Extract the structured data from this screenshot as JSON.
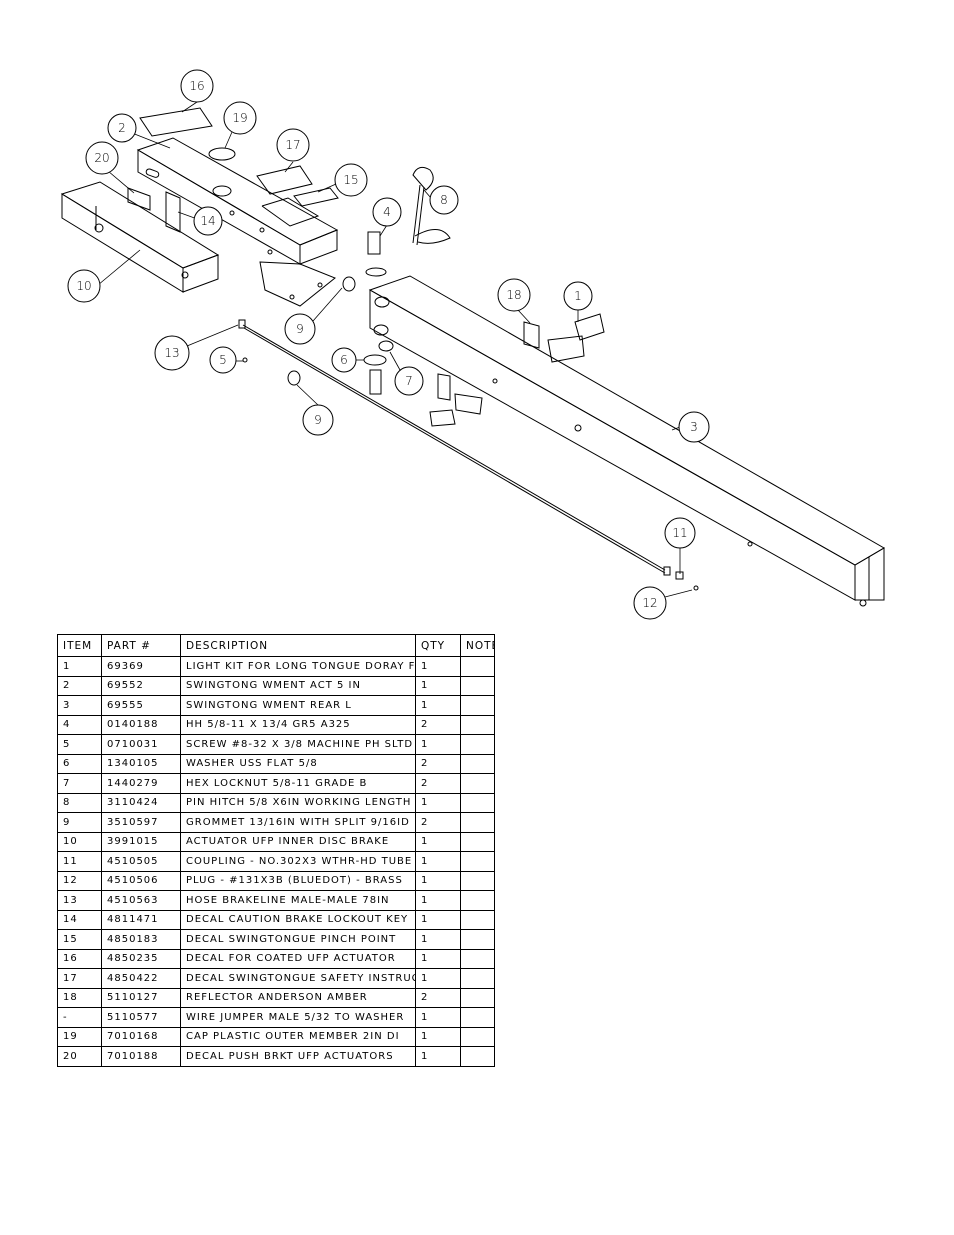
{
  "callouts": [
    "16",
    "19",
    "2",
    "17",
    "20",
    "15",
    "14",
    "8",
    "4",
    "10",
    "18",
    "1",
    "9",
    "13",
    "5",
    "6",
    "7",
    "3",
    "11",
    "12"
  ],
  "table": {
    "headers": [
      "ITEM",
      "PART #",
      "DESCRIPTION",
      "QTY",
      "NOTE"
    ],
    "rows": [
      [
        "1",
        "69369",
        "LIGHT KIT FOR LONG TONGUE DORAY FG",
        "1",
        ""
      ],
      [
        "2",
        "69552",
        "SWINGTONG WMENT ACT 5 IN",
        "1",
        ""
      ],
      [
        "3",
        "69555",
        "SWINGTONG WMENT REAR L",
        "1",
        ""
      ],
      [
        "4",
        "0140188",
        "HH 5/8-11 X 13/4  GR5 A325",
        "2",
        ""
      ],
      [
        "5",
        "0710031",
        "SCREW #8-32 X 3/8 MACHINE PH SLTD",
        "1",
        ""
      ],
      [
        "6",
        "1340105",
        "WASHER USS FLAT 5/8",
        "2",
        ""
      ],
      [
        "7",
        "1440279",
        "HEX LOCKNUT 5/8-11 GRADE B",
        "2",
        ""
      ],
      [
        "8",
        "3110424",
        "PIN HITCH 5/8 X6IN WORKING LENGTH",
        "1",
        ""
      ],
      [
        "9",
        "3510597",
        "GROMMET 13/16IN  WITH SPLIT 9/16ID",
        "2",
        ""
      ],
      [
        "10",
        "3991015",
        "ACTUATOR UFP INNER  DISC BRAKE",
        "1",
        ""
      ],
      [
        "11",
        "4510505",
        "COUPLING - NO.302X3 WTHR-HD TUBE",
        "1",
        ""
      ],
      [
        "12",
        "4510506",
        "PLUG - #131X3B (BLUEDOT) - BRASS",
        "1",
        ""
      ],
      [
        "13",
        "4510563",
        "HOSE BRAKELINE MALE-MALE 78IN",
        "1",
        ""
      ],
      [
        "14",
        "4811471",
        "DECAL CAUTION BRAKE LOCKOUT KEY",
        "1",
        ""
      ],
      [
        "15",
        "4850183",
        "DECAL SWINGTONGUE PINCH POINT",
        "1",
        ""
      ],
      [
        "16",
        "4850235",
        "DECAL FOR COATED UFP ACTUATOR",
        "1",
        ""
      ],
      [
        "17",
        "4850422",
        "DECAL SWINGTONGUE SAFETY INSTRUCT",
        "1",
        ""
      ],
      [
        "18",
        "5110127",
        "REFLECTOR ANDERSON AMBER",
        "2",
        ""
      ],
      [
        "-",
        "5110577",
        "WIRE JUMPER MALE 5/32 TO WASHER",
        "1",
        ""
      ],
      [
        "19",
        "7010168",
        "CAP  PLASTIC OUTER MEMBER 2IN DI",
        "1",
        ""
      ],
      [
        "20",
        "7010188",
        "DECAL PUSH BRKT UFP ACTUATORS",
        "1",
        ""
      ]
    ]
  }
}
